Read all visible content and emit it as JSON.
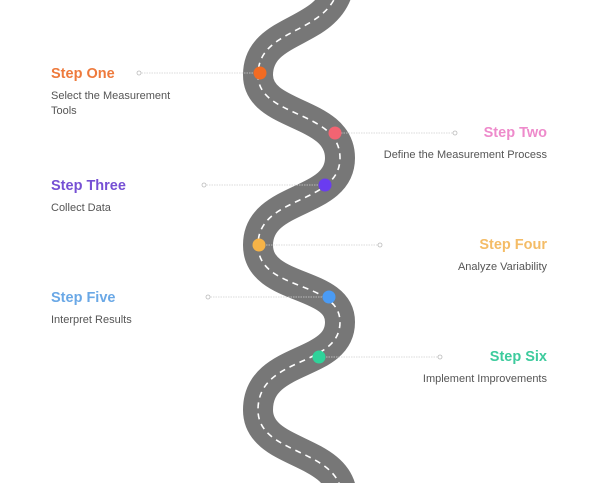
{
  "road_color": "#777777",
  "steps": [
    {
      "title": "Step One",
      "desc": "Select the Measurement Tools",
      "color": "#EE7A3C",
      "dot": "#F26B22",
      "side": "left"
    },
    {
      "title": "Step Two",
      "desc": "Define the Measurement Process",
      "color": "#EE8ACB",
      "dot": "#F26472",
      "side": "right"
    },
    {
      "title": "Step Three",
      "desc": "Collect Data",
      "color": "#7650D4",
      "dot": "#6A3CF0",
      "side": "left"
    },
    {
      "title": "Step Four",
      "desc": "Analyze Variability",
      "color": "#F4BC66",
      "dot": "#F6B347",
      "side": "right"
    },
    {
      "title": "Step Five",
      "desc": "Interpret Results",
      "color": "#6AA8E6",
      "dot": "#4A9BF5",
      "side": "left"
    },
    {
      "title": "Step Six",
      "desc": "Implement Improvements",
      "color": "#3DCB9D",
      "dot": "#2FD39A",
      "side": "right"
    }
  ]
}
